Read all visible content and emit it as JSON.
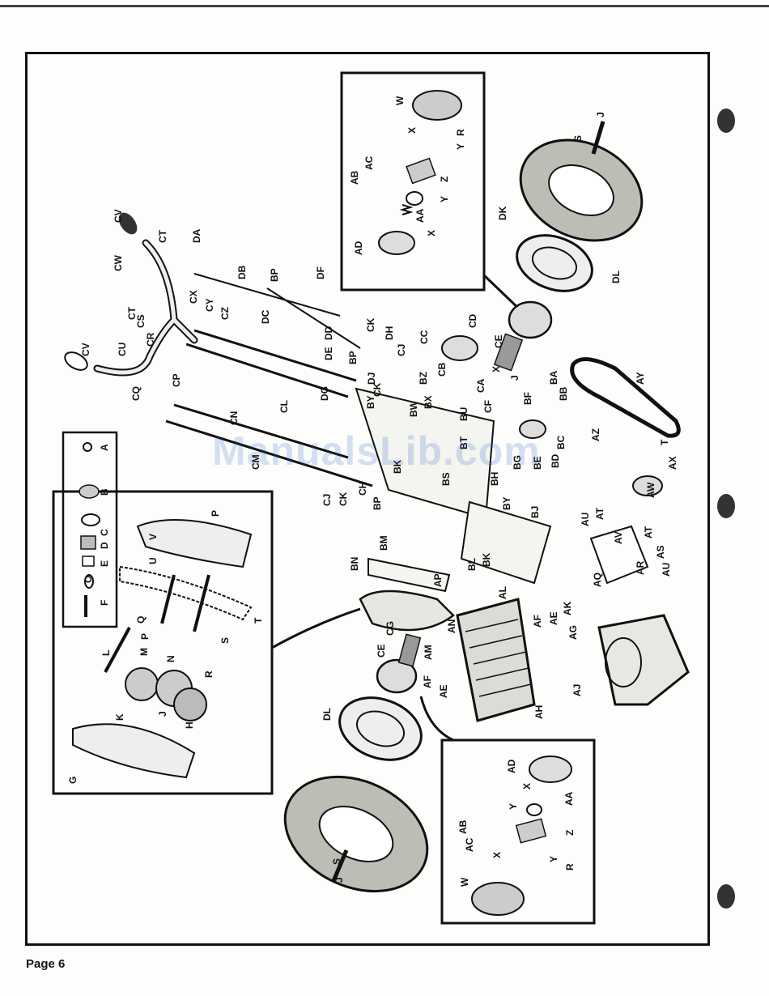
{
  "page_label": "Page 6",
  "watermark": "ManualsLib.com",
  "callouts_main": [
    "CV",
    "CT",
    "DA",
    "CW",
    "DB",
    "BP",
    "DF",
    "CX",
    "CY",
    "CZ",
    "CT",
    "CS",
    "DC",
    "DD",
    "CK",
    "DH",
    "CU",
    "CR",
    "DE",
    "BP",
    "CJ",
    "CV",
    "CP",
    "DJ",
    "BY",
    "CK",
    "DG",
    "CQ",
    "CL",
    "CN",
    "CM",
    "BW",
    "BX",
    "BZ",
    "CA",
    "CB",
    "CC",
    "CD",
    "CE",
    "X",
    "J",
    "BA",
    "BB",
    "BF",
    "CF",
    "BU",
    "BT",
    "BS",
    "BH",
    "BY",
    "BJ",
    "BK",
    "CH",
    "CK",
    "CJ",
    "BP",
    "BM",
    "BN",
    "AP",
    "BL",
    "BK",
    "AL",
    "AK",
    "AG",
    "AF",
    "AE",
    "AJ",
    "AH",
    "AN",
    "AM",
    "AE",
    "AF",
    "CG",
    "CE",
    "DL",
    "AY",
    "AZ",
    "BC",
    "BD",
    "BE",
    "AW",
    "AX",
    "T",
    "AU",
    "AT",
    "AV",
    "AR",
    "AS",
    "AT",
    "AQ",
    "AU",
    "DK",
    "DL",
    "S",
    "J",
    "BG"
  ],
  "callouts_inset_top": [
    "W",
    "X",
    "Y",
    "R",
    "AB",
    "AC",
    "Z",
    "AA",
    "Y",
    "X",
    "AD"
  ],
  "callouts_inset_bottom": [
    "AD",
    "X",
    "AA",
    "AB",
    "AC",
    "Y",
    "Z",
    "Y",
    "X",
    "R",
    "W"
  ],
  "callouts_gearcase": [
    "A",
    "B",
    "C",
    "D",
    "E",
    "O",
    "F",
    "P",
    "V",
    "U",
    "T",
    "Q",
    "S",
    "P",
    "L",
    "M",
    "N",
    "R",
    "K",
    "J",
    "H",
    "G"
  ],
  "callouts_wheel_bottom": [
    "S",
    "J"
  ]
}
